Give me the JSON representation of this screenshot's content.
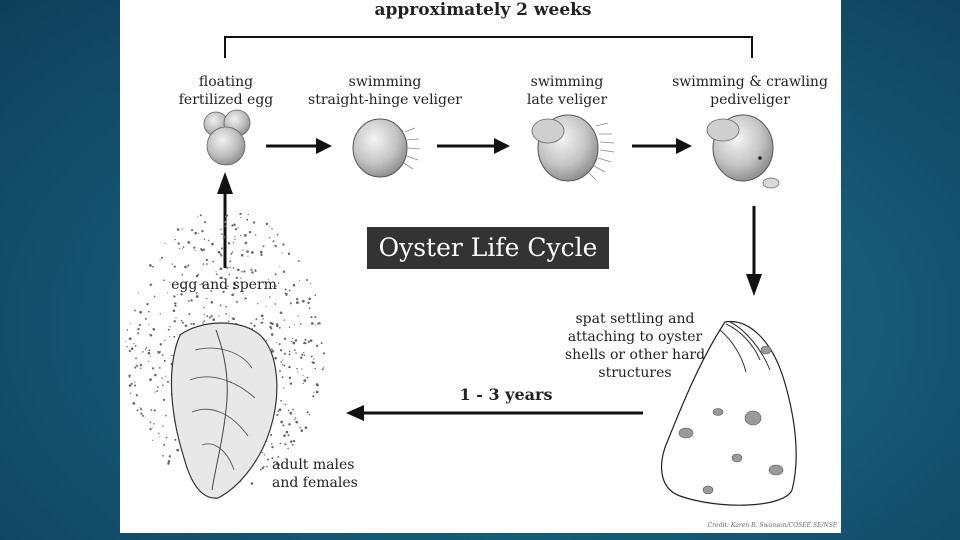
{
  "diagram": {
    "top_bracket_label": "approximately 2 weeks",
    "title": "Oyster Life Cycle",
    "stages": {
      "egg": "floating\nfertilized egg",
      "straight_hinge": "swimming\nstraight-hinge veliger",
      "late_veliger": "swimming\nlate veliger",
      "pediveliger": "swimming & crawling\npediveliger",
      "spat": "spat settling and\nattaching to oyster\nshells or other hard\nstructures",
      "adults": "adult males\nand females",
      "spawning": "egg and sperm"
    },
    "duration_label": "1  - 3 years",
    "credit": "Credit: Karen R. Swanson/COSEE SE/NSF"
  }
}
